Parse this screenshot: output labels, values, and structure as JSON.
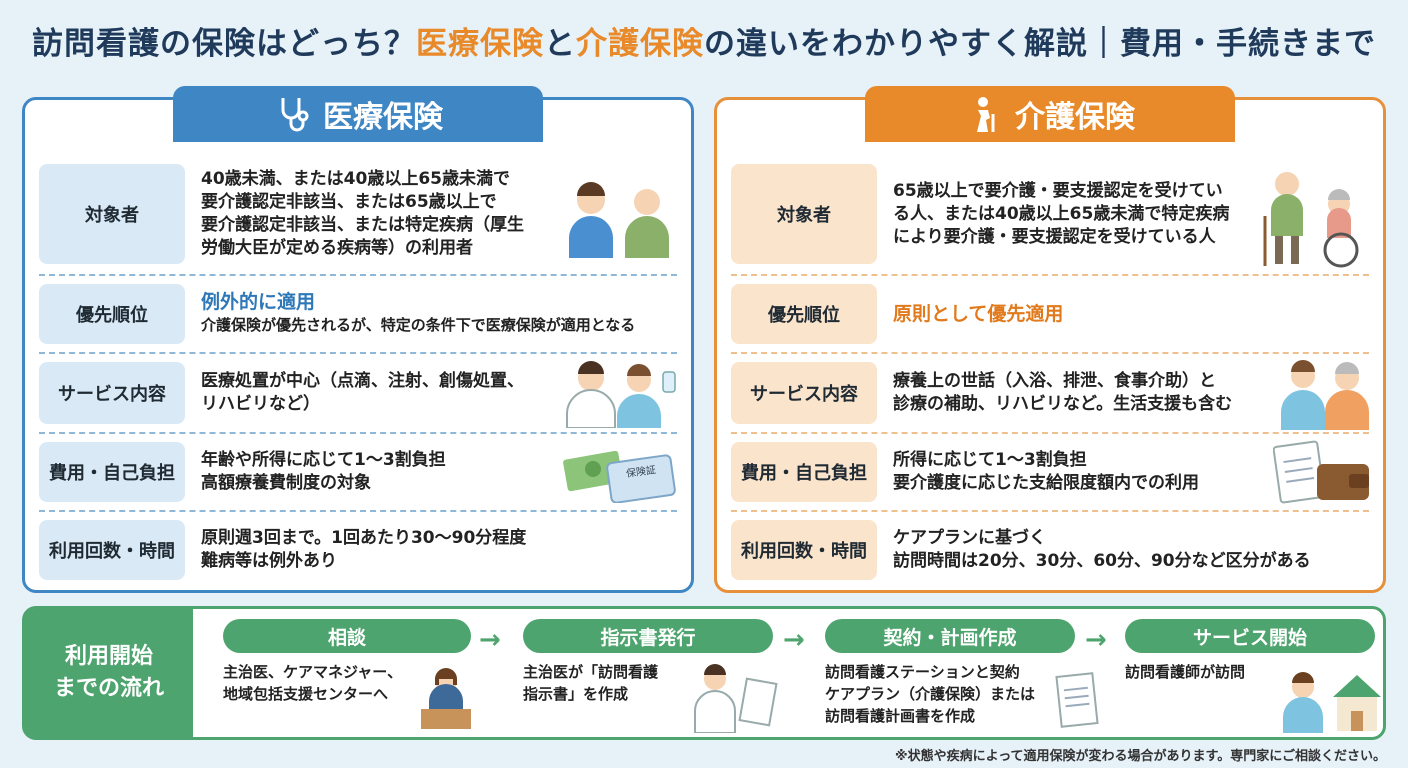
{
  "title": {
    "part1": "訪問看護の保険はどっち？",
    "part2": "医療保険",
    "part3": "と",
    "part4": "介護保険",
    "part5": "の違いをわかりやすく解説｜費用・手続きまで"
  },
  "medical": {
    "heading": "医療保険",
    "icon": "stethoscope-icon",
    "rows": [
      {
        "label": "対象者",
        "lines": [
          "40歳未満、または40歳以上65歳未満で",
          "要介護認定非該当、または65歳以上で",
          "要介護認定非該当、または特定疾病（厚生",
          "労働大臣が定める疾病等）の利用者"
        ]
      },
      {
        "label": "優先順位",
        "accent": "例外的に適用",
        "sub": "介護保険が優先されるが、特定の条件下で医療保険が適用となる"
      },
      {
        "label": "サービス内容",
        "lines": [
          "医療処置が中心（点滴、注射、創傷処置、",
          "リハビリなど）"
        ]
      },
      {
        "label": "費用・自己負担",
        "lines": [
          "年齢や所得に応じて1〜3割負担",
          "高額療養費制度の対象"
        ]
      },
      {
        "label": "利用回数・時間",
        "lines": [
          "原則週3回まで。1回あたり30〜90分程度",
          "難病等は例外あり"
        ]
      }
    ],
    "card_text": "保険証"
  },
  "care": {
    "heading": "介護保険",
    "icon": "elderly-cane-icon",
    "rows": [
      {
        "label": "対象者",
        "lines": [
          "65歳以上で要介護・要支援認定を受けてい",
          "る人、または40歳以上65歳未満で特定疾病",
          "により要介護・要支援認定を受けている人"
        ]
      },
      {
        "label": "優先順位",
        "accent": "原則として優先適用"
      },
      {
        "label": "サービス内容",
        "lines": [
          "療養上の世話（入浴、排泄、食事介助）と",
          "診療の補助、リハビリなど。生活支援も含む"
        ]
      },
      {
        "label": "費用・自己負担",
        "lines": [
          "所得に応じて1〜3割負担",
          "要介護度に応じた支給限度額内での利用"
        ]
      },
      {
        "label": "利用回数・時間",
        "lines": [
          "ケアプランに基づく",
          "訪問時間は20分、30分、60分、90分など区分がある"
        ]
      }
    ]
  },
  "flow": {
    "label_line1": "利用開始",
    "label_line2": "までの流れ",
    "steps": [
      {
        "head": "相談",
        "lines": [
          "主治医、ケアマネジャー、",
          "地域包括支援センターへ"
        ]
      },
      {
        "head": "指示書発行",
        "lines": [
          "主治医が「訪問看護",
          "指示書」を作成"
        ]
      },
      {
        "head": "契約・計画作成",
        "lines": [
          "訪問看護ステーションと契約",
          "ケアプラン（介護保険）または",
          "訪問看護計画書を作成"
        ]
      },
      {
        "head": "サービス開始",
        "lines": [
          "訪問看護師が訪問"
        ]
      }
    ],
    "arrow": "→"
  },
  "footnote": "※状態や疾病によって適用保険が変わる場合があります。専門家にご相談ください。",
  "colors": {
    "medical": "#3f86c4",
    "care": "#e98a2a",
    "flow": "#4ea46e"
  }
}
